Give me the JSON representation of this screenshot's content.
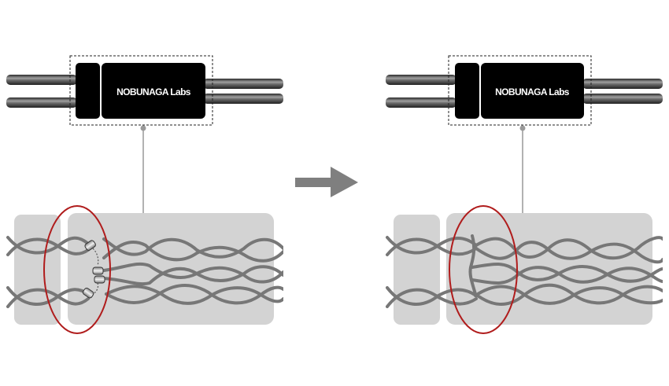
{
  "diagram": {
    "panels": [
      {
        "id": "before",
        "device": {
          "brand_label": "NOBUNAGA Labs"
        },
        "detail_state": "broken-strands"
      },
      {
        "id": "after",
        "device": {
          "brand_label": "NOBUNAGA Labs"
        },
        "detail_state": "rejoined-strands"
      }
    ],
    "transition_arrow": {
      "icon": "right-arrow-icon",
      "color": "#7f7f7f"
    },
    "colors": {
      "cable": "#5a5a5a",
      "box": "#000000",
      "strand": "#777777",
      "detail_bg": "#d3d3d3",
      "highlight": "#b01c1c",
      "leader": "#999999"
    }
  }
}
